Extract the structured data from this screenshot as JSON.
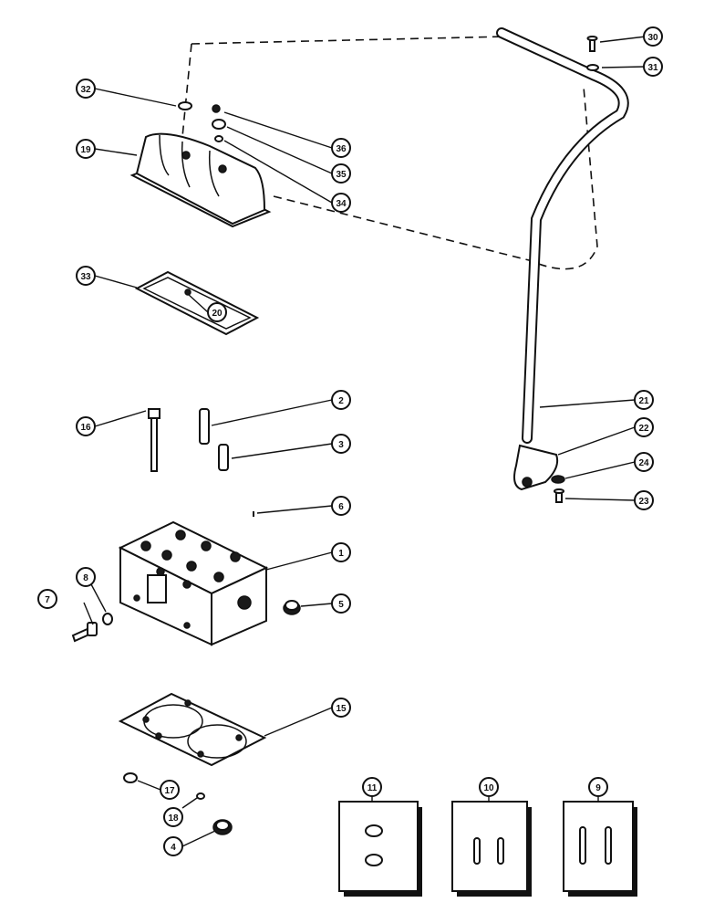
{
  "diagram": {
    "callouts": [
      {
        "id": "c1",
        "label": "1"
      },
      {
        "id": "c2",
        "label": "2"
      },
      {
        "id": "c3",
        "label": "3"
      },
      {
        "id": "c4",
        "label": "4"
      },
      {
        "id": "c5",
        "label": "5"
      },
      {
        "id": "c6",
        "label": "6"
      },
      {
        "id": "c7",
        "label": "7"
      },
      {
        "id": "c8",
        "label": "8"
      },
      {
        "id": "c9",
        "label": "9"
      },
      {
        "id": "c10",
        "label": "10"
      },
      {
        "id": "c11",
        "label": "11"
      },
      {
        "id": "c15",
        "label": "15"
      },
      {
        "id": "c16",
        "label": "16"
      },
      {
        "id": "c17",
        "label": "17"
      },
      {
        "id": "c18",
        "label": "18"
      },
      {
        "id": "c19",
        "label": "19"
      },
      {
        "id": "c20",
        "label": "20"
      },
      {
        "id": "c21",
        "label": "21"
      },
      {
        "id": "c22",
        "label": "22"
      },
      {
        "id": "c23",
        "label": "23"
      },
      {
        "id": "c24",
        "label": "24"
      },
      {
        "id": "c30",
        "label": "30"
      },
      {
        "id": "c31",
        "label": "31"
      },
      {
        "id": "c32",
        "label": "32"
      },
      {
        "id": "c33",
        "label": "33"
      },
      {
        "id": "c34",
        "label": "34"
      },
      {
        "id": "c35",
        "label": "35"
      },
      {
        "id": "c36",
        "label": "36"
      }
    ]
  }
}
